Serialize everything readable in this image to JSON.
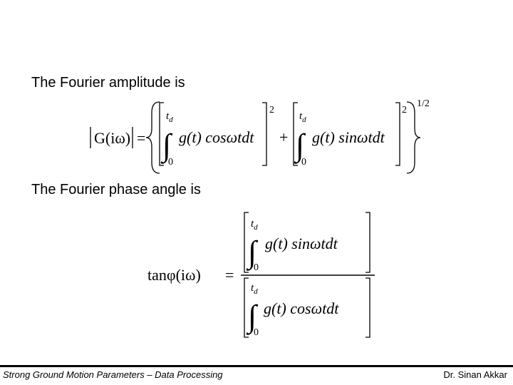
{
  "slide": {
    "heading_amplitude": "The Fourier amplitude is",
    "heading_phase": "The Fourier phase angle is"
  },
  "amplitude_equation": {
    "lhs": "G(iω)",
    "equals": "=",
    "term1": "g(t) cosωtdt",
    "term2": "g(t) sinωtdt",
    "plus": "+",
    "upper_limit": "t",
    "upper_limit_sub": "d",
    "lower_limit": "0",
    "exponent_square": "2",
    "exponent_outer": "1/2"
  },
  "phase_equation": {
    "lhs": "tanφ(iω)",
    "equals": "=",
    "numerator": "g(t) sinωtdt",
    "denominator": "g(t) cosωtdt",
    "upper_limit": "t",
    "upper_limit_sub": "d",
    "lower_limit": "0"
  },
  "footer": {
    "left": "Strong Ground Motion Parameters – Data Processing",
    "right": "Dr. Sinan Akkar"
  }
}
